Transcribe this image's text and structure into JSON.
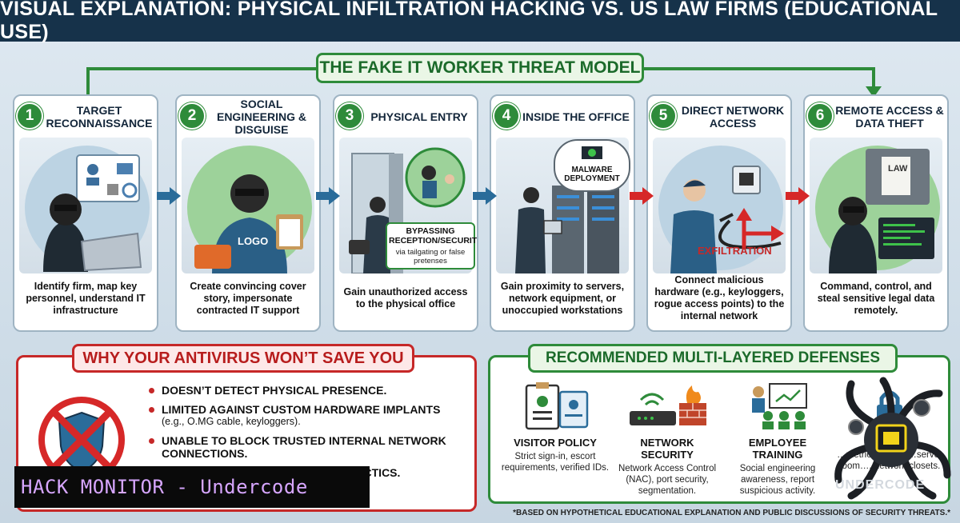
{
  "header": {
    "title": "VISUAL EXPLANATION: PHYSICAL INFILTRATION HACKING VS. US LAW FIRMS (EDUCATIONAL USE)"
  },
  "model": {
    "title": "THE FAKE IT WORKER THREAT MODEL"
  },
  "steps": [
    {
      "num": "1",
      "title": "TARGET RECONNAISSANCE",
      "desc": "Identify firm, map key personnel, understand IT infrastructure",
      "icon": "hacker-laptop-icon"
    },
    {
      "num": "2",
      "title": "SOCIAL ENGINEERING & DISGUISE",
      "desc": "Create convincing cover story, impersonate contracted IT support",
      "icon": "disguised-worker-icon",
      "shirt_label": "LOGO"
    },
    {
      "num": "3",
      "title": "PHYSICAL ENTRY",
      "desc": "Gain unauthorized access to the physical office",
      "icon": "door-entry-icon",
      "callout": "BYPASSING RECEPTION/SECURITY",
      "callout_sub": "via tailgating or false pretenses"
    },
    {
      "num": "4",
      "title": "INSIDE THE OFFICE",
      "desc": "Gain proximity to servers, network equipment, or unoccupied workstations",
      "icon": "server-room-icon",
      "callout": "MALWARE DEPLOYMENT"
    },
    {
      "num": "5",
      "title": "DIRECT NETWORK ACCESS",
      "desc": "Connect malicious hardware (e.g., keyloggers, rogue access points) to the internal network",
      "icon": "network-port-icon",
      "callout": "EXFILTRATION"
    },
    {
      "num": "6",
      "title": "REMOTE ACCESS & DATA THEFT",
      "desc": "Command, control, and steal sensitive legal data remotely.",
      "icon": "data-theft-icon",
      "folder_label": "LAW"
    }
  ],
  "antivirus": {
    "title": "WHY YOUR ANTIVIRUS WON’T SAVE YOU",
    "items": [
      {
        "main": "DOESN’T DETECT PHYSICAL PRESENCE.",
        "sub": ""
      },
      {
        "main": "LIMITED AGAINST CUSTOM HARDWARE IMPLANTS",
        "sub": "(e.g., O.MG cable, keyloggers)."
      },
      {
        "main": "UNABLE TO BLOCK TRUSTED INTERNAL NETWORK CONNECTIONS.",
        "sub": ""
      },
      {
        "main": "RING TACTICS.",
        "sub": ""
      }
    ]
  },
  "defenses": {
    "title": "RECOMMENDED MULTI-LAYERED DEFENSES",
    "items": [
      {
        "title": "VISITOR POLICY",
        "text": "Strict sign-in, escort requirements, verified IDs.",
        "icon": "id-badge-icon"
      },
      {
        "title": "NETWORK SECURITY",
        "text": "Network Access Control (NAC), port security, segmentation.",
        "icon": "router-firewall-icon"
      },
      {
        "title": "EMPLOYEE TRAINING",
        "text": "Social engineering awareness, report suspicious activity.",
        "icon": "training-icon"
      },
      {
        "title": "",
        "text": "…metric access, …server room…, network closets.",
        "icon": "lock-icon"
      }
    ]
  },
  "footnote": "*BASED ON HYPOTHETICAL EDUCATIONAL EXPLANATION AND PUBLIC DISCUSSIONS OF SECURITY THREATS.*",
  "overlay": {
    "banner": "HACK MONITOR - Undercode",
    "logo_text": "UNDERCODE"
  },
  "colors": {
    "green": "#2e8b3a",
    "red": "#c62828",
    "navy": "#16324a",
    "blue_arrow": "#2a6c9a"
  }
}
